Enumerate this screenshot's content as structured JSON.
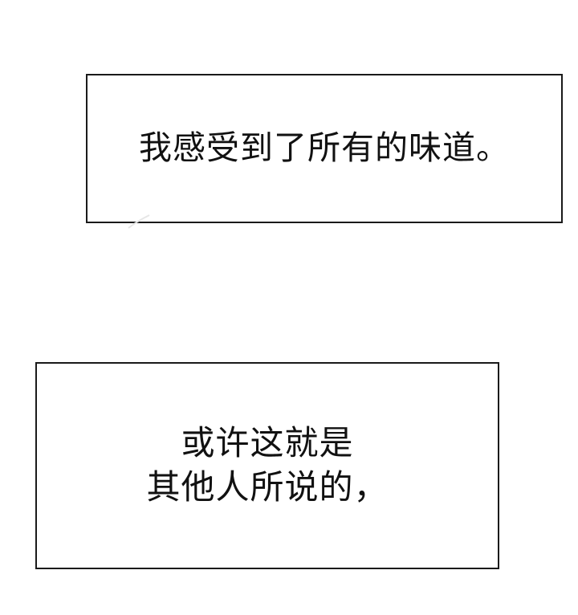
{
  "panels": [
    {
      "lines": [
        "我感受到了所有的味道。"
      ]
    },
    {
      "lines": [
        "或许这就是",
        "其他人所说的，"
      ]
    }
  ]
}
